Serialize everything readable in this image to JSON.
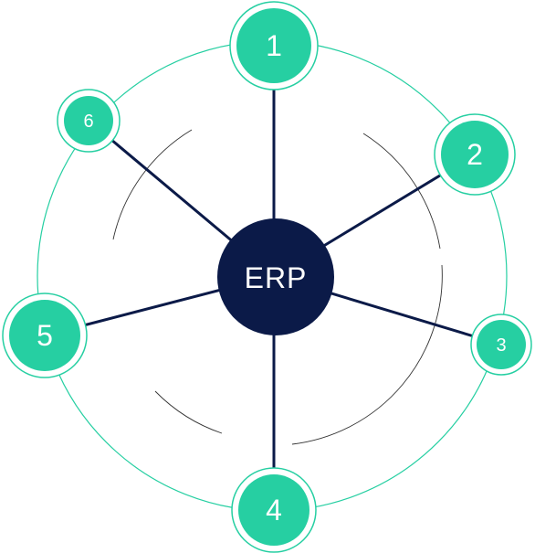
{
  "hub": {
    "label": "ERP"
  },
  "nodes": [
    {
      "id": "1",
      "label": "1"
    },
    {
      "id": "2",
      "label": "2"
    },
    {
      "id": "3",
      "label": "3"
    },
    {
      "id": "4",
      "label": "4"
    },
    {
      "id": "5",
      "label": "5"
    },
    {
      "id": "6",
      "label": "6"
    }
  ],
  "colors": {
    "hub_fill": "#0b1a48",
    "spoke": "#0b1a48",
    "node_fill": "#26cfa2",
    "node_ring": "#26cfa2",
    "outer_ring": "#26cfa2",
    "inner_arcs": "#333333"
  }
}
